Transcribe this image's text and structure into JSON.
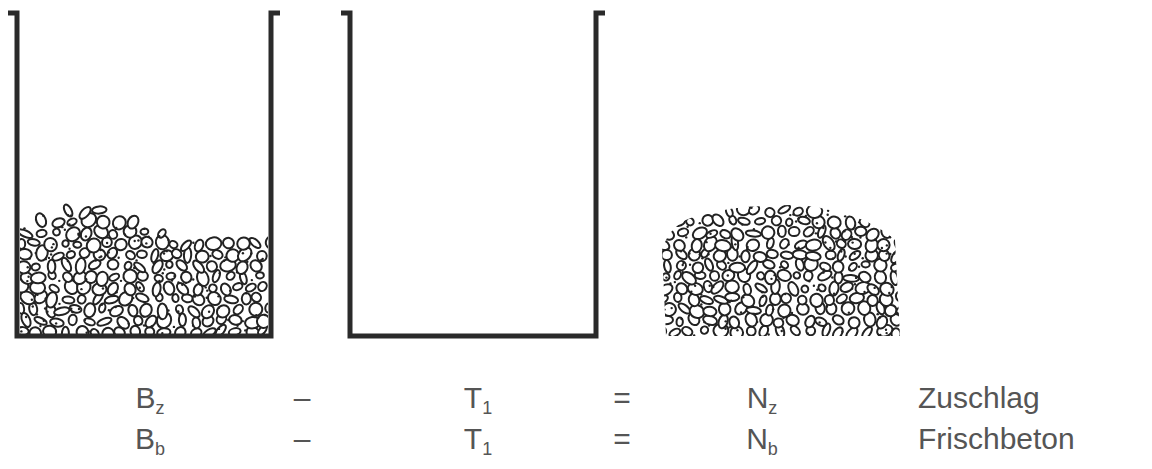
{
  "diagram": {
    "labels": [
      "Bz",
      "–",
      "T1",
      "=",
      "Nz",
      "Zuschlag",
      "Bb",
      "–",
      "T1",
      "=",
      "Nb",
      "Frischbeton"
    ]
  }
}
